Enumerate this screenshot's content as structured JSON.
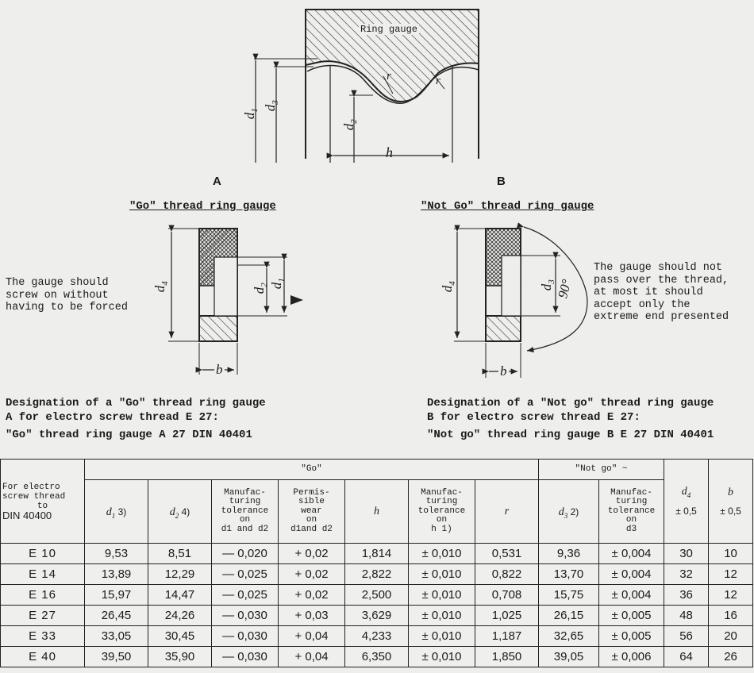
{
  "top_figure": {
    "ring_label": "Ring gauge",
    "dims": {
      "d1": "d",
      "d1_sub": "1",
      "d3": "d",
      "d3_sub": "3",
      "d2": "d",
      "d2_sub": "2",
      "h": "h",
      "r": "r"
    }
  },
  "gauge_a": {
    "letter": "A",
    "title": "\"Go\" thread ring gauge",
    "note": "The gauge should\nscrew on without\nhaving to be forced",
    "dims": {
      "d4": "d",
      "d4_sub": "4",
      "d2": "d",
      "d2_sub": "2",
      "d1": "d",
      "d1_sub": "1",
      "b": "b"
    },
    "designation": "Designation of a \"Go\" thread ring gauge\nA for electro screw thread E 27:",
    "example": "\"Go\" thread ring gauge A 27 DIN 40401"
  },
  "gauge_b": {
    "letter": "B",
    "title": "\"Not Go\" thread ring gauge",
    "note": "The gauge should not\npass over the thread,\nat most it should\naccept only the\nextreme end presented",
    "dims": {
      "d4": "d",
      "d4_sub": "4",
      "d3": "d",
      "d3_sub": "3",
      "b": "b",
      "angle": "90°"
    },
    "designation": "Designation of a \"Not go\" thread ring gauge\nB for electro screw thread E 27:",
    "example": "\"Not go\" thread ring gauge B E 27 DIN 40401"
  },
  "table": {
    "col0_header": {
      "line1": "For electro",
      "line2": "screw thread",
      "line3": "to",
      "line4": "DIN 40400"
    },
    "go_header": "\"Go\"",
    "notgo_header": "\"Not go\" ~",
    "sub_headers": {
      "d1": {
        "sym": "d",
        "sub": "1",
        "note": " 3)"
      },
      "d2": {
        "sym": "d",
        "sub": "2",
        "note": " 4)"
      },
      "tol_d1d2": "Manufac-\nturing\ntolerance\non\nd1 and d2",
      "wear": "Permis-\nsible\nwear\non\nd1and d2",
      "h": "h",
      "tol_h": "Manufac-\nturing\ntolerance\non\nh 1)",
      "r": "r",
      "d3": {
        "sym": "d",
        "sub": "3",
        "note": " 2)"
      },
      "tol_d3": "Manufac-\nturing\ntolerance\non\nd3",
      "d4": {
        "sym": "d",
        "sub": "4",
        "tol": "± 0,5"
      },
      "b": {
        "sym": "b",
        "tol": "± 0,5"
      }
    },
    "rows": [
      {
        "thread": "E 10",
        "d1": "9,53",
        "d2": "8,51",
        "tol_d": "— 0,020",
        "wear": "+ 0,02",
        "h": "1,814",
        "tol_h": "± 0,010",
        "r": "0,531",
        "d3": "9,36",
        "tol_d3": "± 0,004",
        "d4": "30",
        "b": "10"
      },
      {
        "thread": "E 14",
        "d1": "13,89",
        "d2": "12,29",
        "tol_d": "— 0,025",
        "wear": "+ 0,02",
        "h": "2,822",
        "tol_h": "± 0,010",
        "r": "0,822",
        "d3": "13,70",
        "tol_d3": "± 0,004",
        "d4": "32",
        "b": "12"
      },
      {
        "thread": "E 16",
        "d1": "15,97",
        "d2": "14,47",
        "tol_d": "— 0,025",
        "wear": "+ 0,02",
        "h": "2,500",
        "tol_h": "± 0,010",
        "r": "0,708",
        "d3": "15,75",
        "tol_d3": "± 0,004",
        "d4": "36",
        "b": "12"
      },
      {
        "thread": "E 27",
        "d1": "26,45",
        "d2": "24,26",
        "tol_d": "— 0,030",
        "wear": "+ 0,03",
        "h": "3,629",
        "tol_h": "± 0,010",
        "r": "1,025",
        "d3": "26,15",
        "tol_d3": "± 0,005",
        "d4": "48",
        "b": "16"
      },
      {
        "thread": "E 33",
        "d1": "33,05",
        "d2": "30,45",
        "tol_d": "— 0,030",
        "wear": "+ 0,04",
        "h": "4,233",
        "tol_h": "± 0,010",
        "r": "1,187",
        "d3": "32,65",
        "tol_d3": "± 0,005",
        "d4": "56",
        "b": "20"
      },
      {
        "thread": "E 40",
        "d1": "39,50",
        "d2": "35,90",
        "tol_d": "— 0,030",
        "wear": "+ 0,04",
        "h": "6,350",
        "tol_h": "± 0,010",
        "r": "1,850",
        "d3": "39,05",
        "tol_d3": "± 0,006",
        "d4": "64",
        "b": "26"
      }
    ]
  }
}
